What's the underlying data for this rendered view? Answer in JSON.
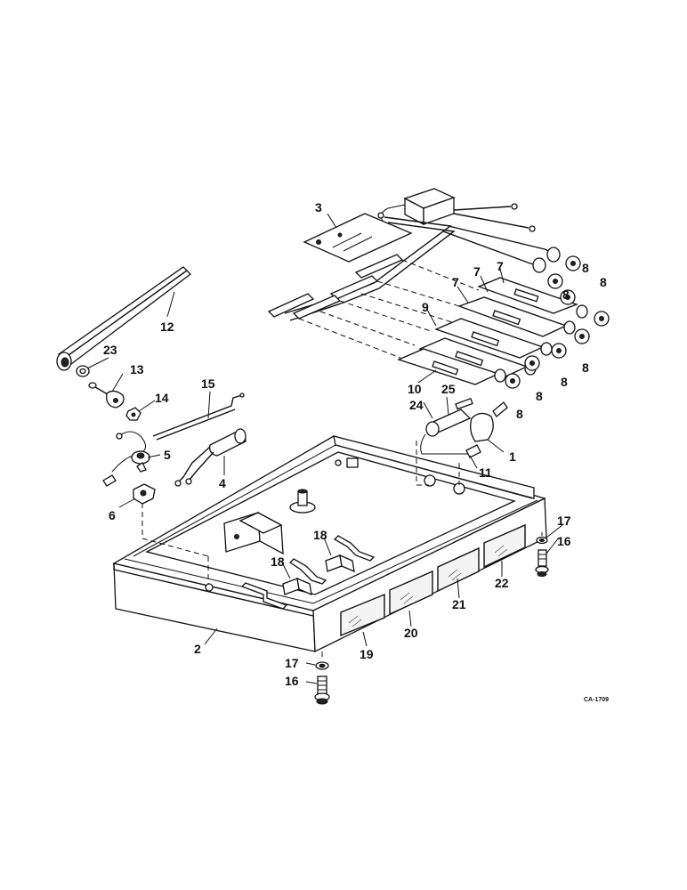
{
  "diagram": {
    "drawing_code": "CA-1709",
    "callouts": [
      "1",
      "2",
      "3",
      "4",
      "5",
      "6",
      "7",
      "8",
      "9",
      "10",
      "11",
      "12",
      "13",
      "14",
      "15",
      "16",
      "17",
      "18",
      "19",
      "20",
      "21",
      "22",
      "23",
      "24",
      "25"
    ]
  }
}
